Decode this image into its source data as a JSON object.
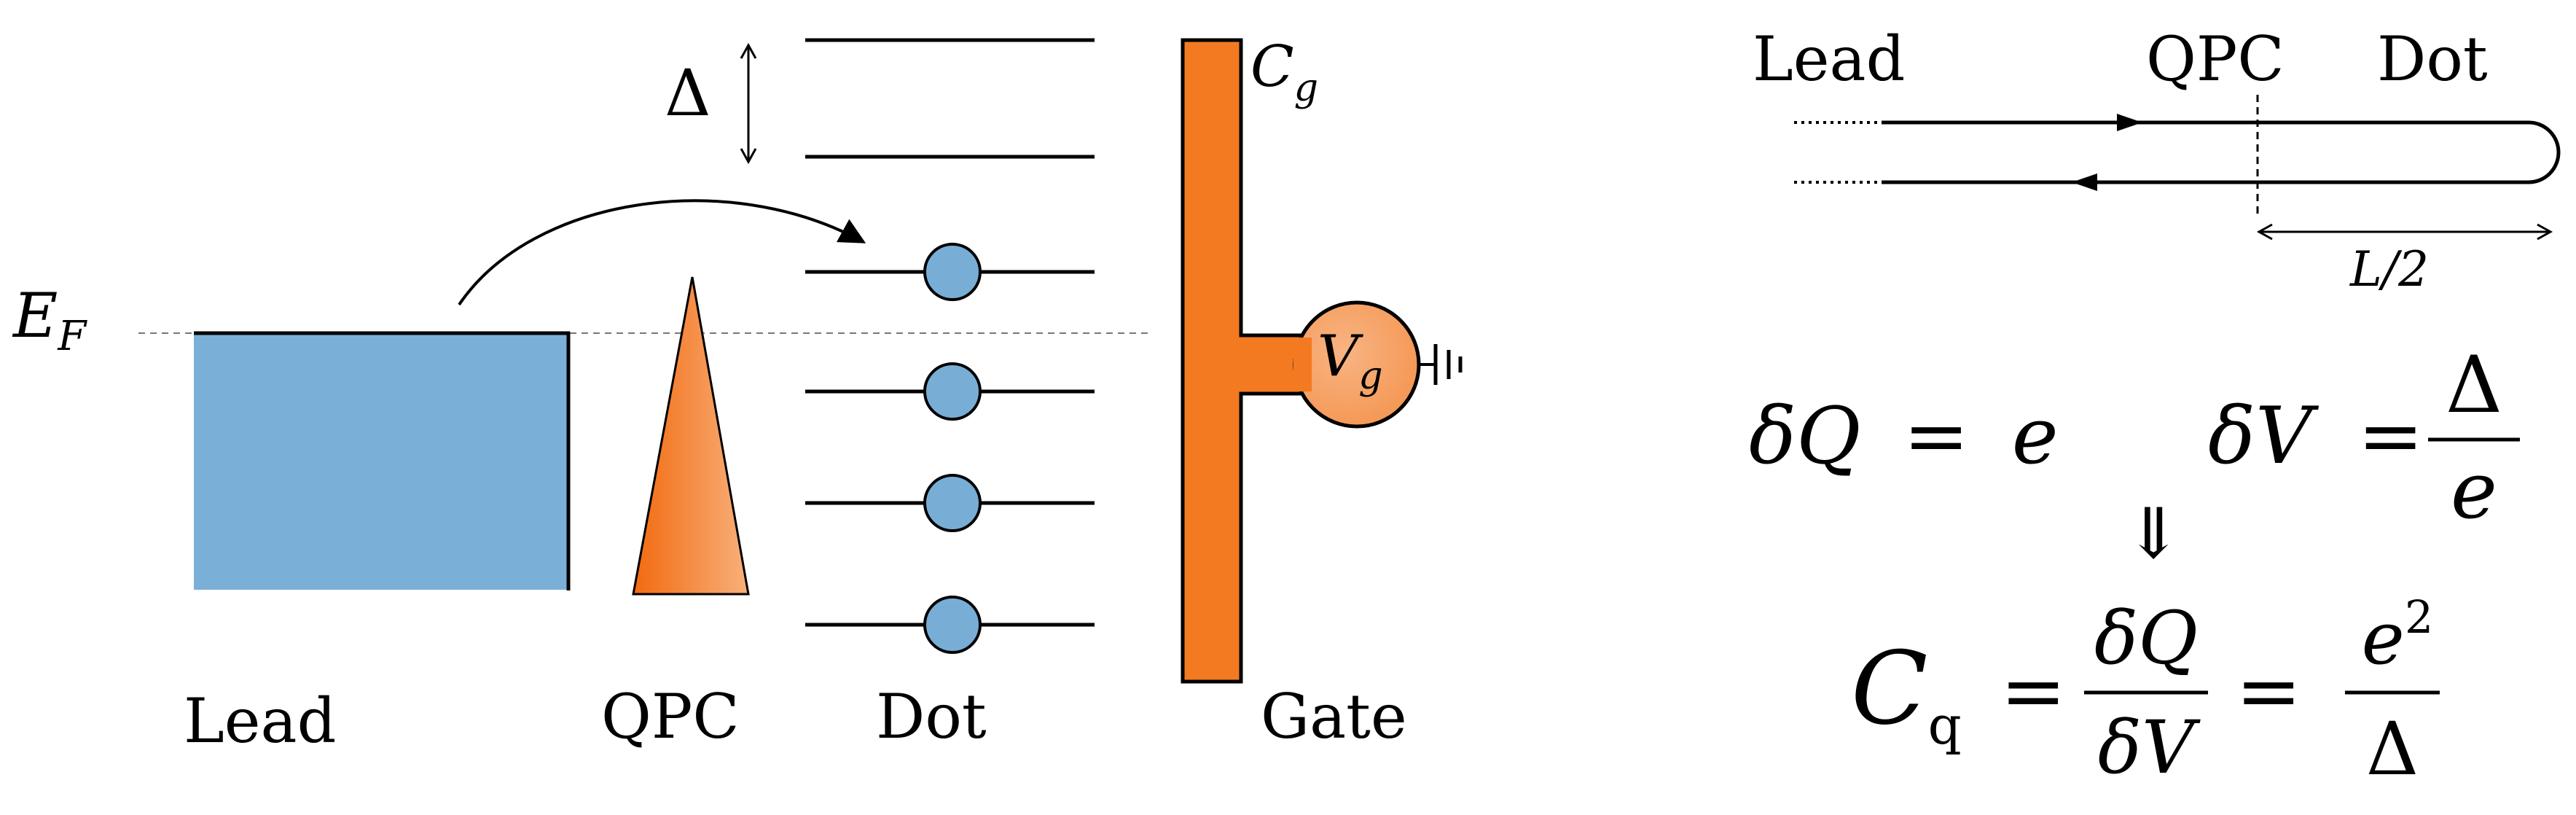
{
  "diagram": {
    "fermi_label": {
      "main": "E",
      "sub": "F"
    },
    "delta_symbol": "Δ",
    "cg_label": {
      "main": "C",
      "sub": "g"
    },
    "vg_label": {
      "main": "V",
      "sub": "g"
    },
    "bottom_labels": {
      "lead": "Lead",
      "qpc": "QPC",
      "dot": "Dot",
      "gate": "Gate"
    },
    "colors": {
      "lead_fill": "#7aafd7",
      "orange": "#f37a21",
      "orange_light": "#f6a56a",
      "electron": "#78aed6",
      "line": "#000000"
    }
  },
  "edge_channel": {
    "labels": {
      "lead": "Lead",
      "qpc": "QPC",
      "dot": "Dot"
    },
    "length_label": "L/2"
  },
  "equations": {
    "dq": {
      "lhs": "δQ",
      "op": "=",
      "rhs": "e"
    },
    "dv": {
      "lhs": "δV",
      "op": "=",
      "num": "Δ",
      "den": "e"
    },
    "implies": "⇓",
    "cq": {
      "lhs": "C",
      "lhs_sub": "q",
      "op1": "=",
      "num1": "δQ",
      "den1": "δV",
      "op2": "=",
      "num2": "e",
      "num2_sup": "2",
      "den2": "Δ"
    }
  }
}
